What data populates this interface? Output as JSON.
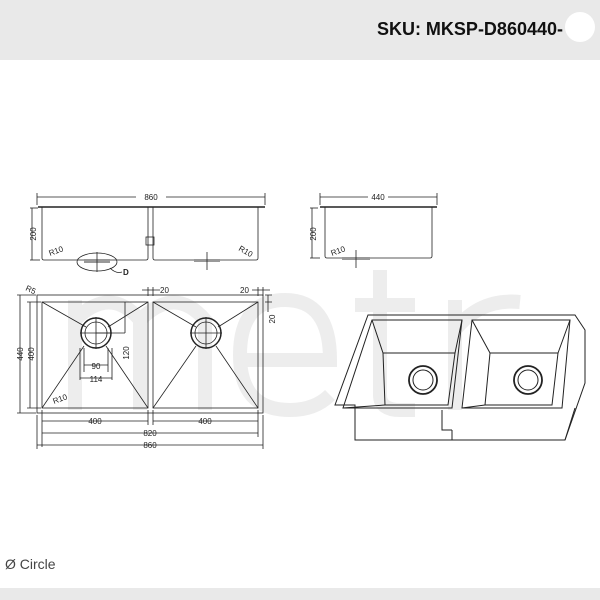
{
  "header": {
    "sku": "SKU: MKSP-D860440-"
  },
  "footer": {
    "shape_symbol": "Ø",
    "shape_label": "Circle"
  },
  "watermark": "metr",
  "drawing": {
    "front_view": {
      "width": "860",
      "height": "200",
      "radius_left": "R10",
      "radius_right": "R10",
      "detail": "D"
    },
    "side_view": {
      "width": "440",
      "height": "200",
      "radius": "R10"
    },
    "plan_view": {
      "corner_radius": "R5",
      "inner_radius": "R10",
      "outer_depth": "440",
      "bowl_depth": "400",
      "center_gap": "20",
      "rim_side": "20",
      "rim_top": "20",
      "drain_offset": "120",
      "drain_inner": "90",
      "drain_outer": "114",
      "bowl_left_width": "400",
      "bowl_right_width": "400",
      "inner_total": "820",
      "outer_total": "860"
    }
  }
}
